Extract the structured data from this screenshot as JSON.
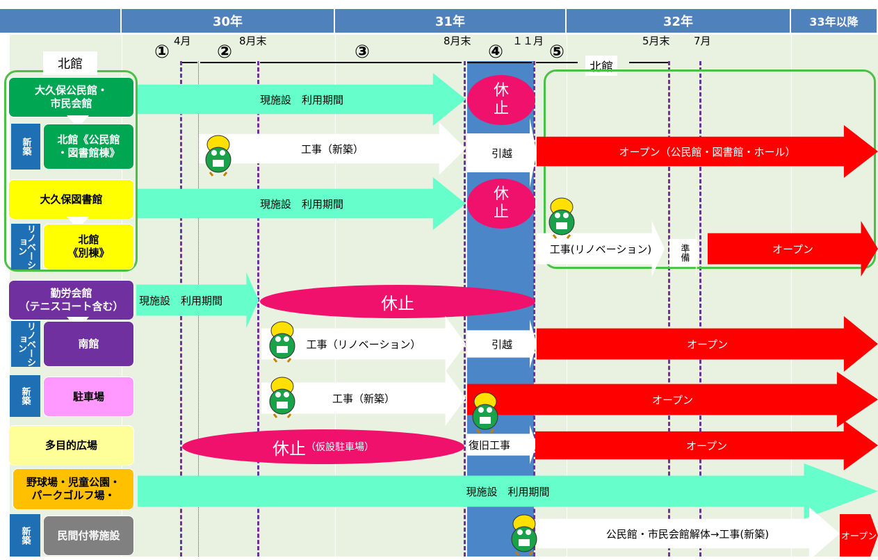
{
  "years": {
    "y30": "30年",
    "y31": "31年",
    "y32": "32年",
    "y33": "33年以降"
  },
  "phases": [
    "①",
    "②",
    "③",
    "④",
    "⑤"
  ],
  "months": {
    "apr": "4月",
    "aug_end_30": "8月末",
    "aug_end_31": "8月末",
    "nov": "１１月",
    "may_end": "5月末",
    "jul": "7月"
  },
  "north_label": "北館",
  "rows": {
    "okubo_kominkan": "大久保公民館・\n市民会館",
    "kitakan_main": "北館《公民館\n・図書館棟》",
    "okubo_library": "大久保図書館",
    "kitakan_annex": "北館\n《別棟》",
    "kinro": "勤労会館\n（テニスコート含む）",
    "minamikan": "南館",
    "parking": "駐車場",
    "plaza": "多目的広場",
    "baseball": "野球場・児童公園・\nパークゴルフ場・",
    "private": "民間付帯施設"
  },
  "tags": {
    "shinchiku": "新築",
    "renovation": "リノベーション"
  },
  "bars": {
    "current_use": "現施設　利用期間",
    "construction_new": "工事（新築）",
    "construction_reno": "工事（リノベーション）",
    "construction_reno2": "工事(リノベーション)",
    "move": "引越",
    "open_full": "オープン（公民館・図書館・ホール）",
    "open": "オープン",
    "prep": "準備",
    "restore": "復旧工事",
    "pause": "休止",
    "pause_temp_parking_sub": "（仮設駐車場）",
    "demolition": "公民館・市民会館解体→工事(新築)",
    "open_vertical": "オープン"
  },
  "colors": {
    "header": "#4f81bd",
    "background": "#e9f1e1",
    "current_use": "#66ffcc",
    "open": "#ff0000",
    "pause": "#f0116d",
    "north_frame": "#4cc046",
    "shutdown_band": "#4a86c8",
    "green_row": "#00a651",
    "yellow_row": "#ffff00",
    "purple_row": "#7030a0",
    "pink_row": "#ff99ff",
    "lightyellow_row": "#ffff99",
    "orange_row": "#ffc000",
    "gray_row": "#808080",
    "tag_blue": "#1f6fb5"
  },
  "icons": {
    "mascot": "mascot-icon"
  }
}
